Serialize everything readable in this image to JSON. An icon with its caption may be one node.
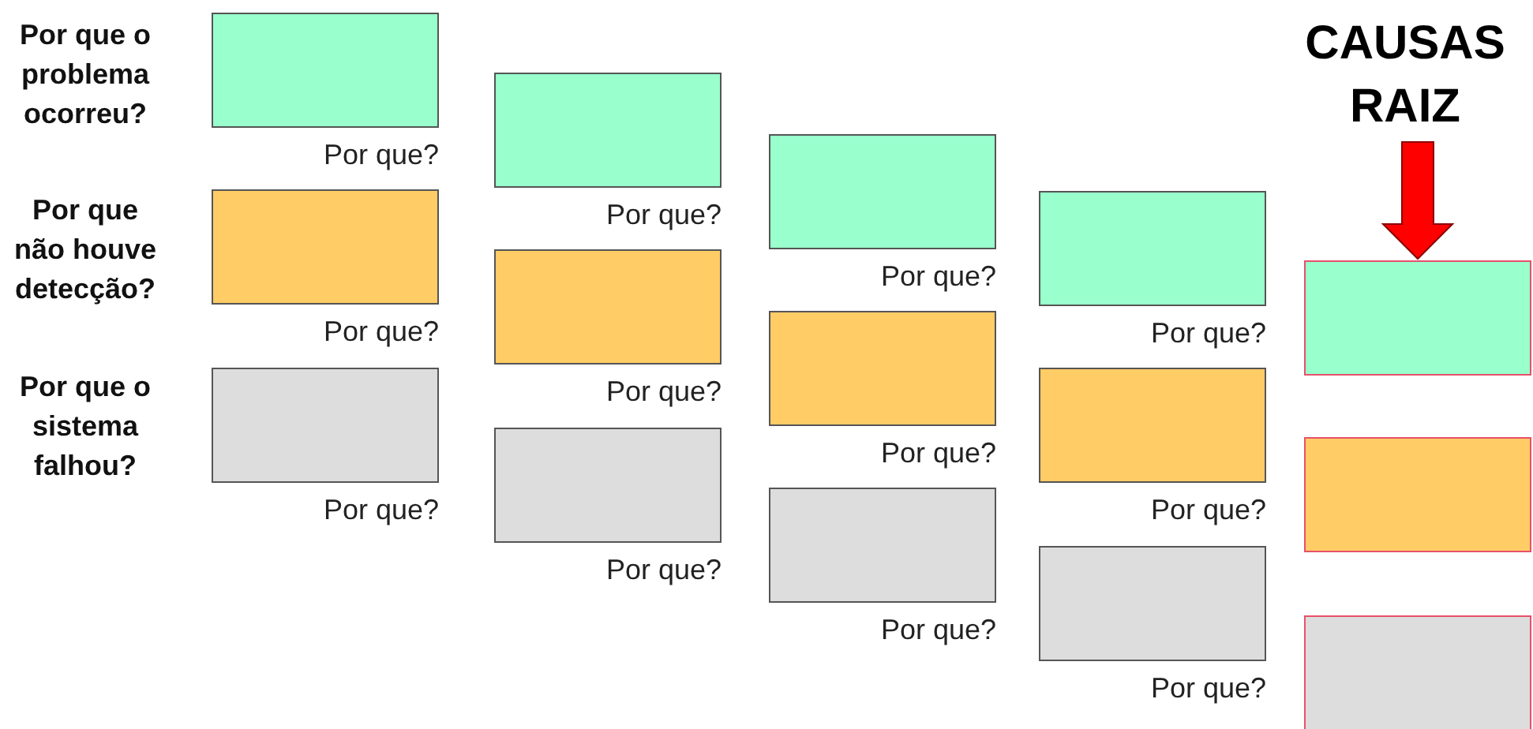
{
  "diagram": {
    "nodes": [
      {
        "text": [],
        "shape": "box",
        "beside": [
          "Por que?"
        ]
      },
      {
        "text": [],
        "shape": "box",
        "beside": [
          "Por que?"
        ]
      },
      {
        "text": [],
        "shape": "box",
        "beside": [
          "Por que?"
        ]
      },
      {
        "text": [],
        "shape": "box",
        "beside": [
          "Por que?"
        ]
      },
      {
        "text": [],
        "shape": "box",
        "beside": [
          "Por que?"
        ]
      },
      {
        "text": [],
        "shape": "box",
        "beside": [
          "Por que?"
        ]
      },
      {
        "text": [],
        "shape": "box",
        "beside": [
          "Por que?"
        ]
      },
      {
        "text": [],
        "shape": "box",
        "beside": [
          "Por que?"
        ]
      },
      {
        "text": [],
        "shape": "box",
        "beside": [
          "Por que?"
        ]
      },
      {
        "text": [],
        "shape": "box",
        "beside": [
          "Por que?"
        ]
      },
      {
        "text": [],
        "shape": "box",
        "beside": [
          "Por que?"
        ]
      },
      {
        "text": [],
        "shape": "box",
        "beside": [
          "Por que?"
        ]
      },
      {
        "text": [
          "CAUSAS RAIZ"
        ]
      },
      {
        "text": [],
        "shape": "box"
      },
      {
        "text": [],
        "shape": "box"
      },
      {
        "text": [],
        "shape": "box"
      }
    ],
    "edges": [
      {
        "from": 12,
        "to": 13,
        "arrow": "to",
        "color": "#ff0000",
        "style": "thick"
      }
    ],
    "labels": [
      "Por que o problema ocorreu?",
      "Por que não houve detecção?",
      "Por que o sistema falhou?"
    ]
  }
}
